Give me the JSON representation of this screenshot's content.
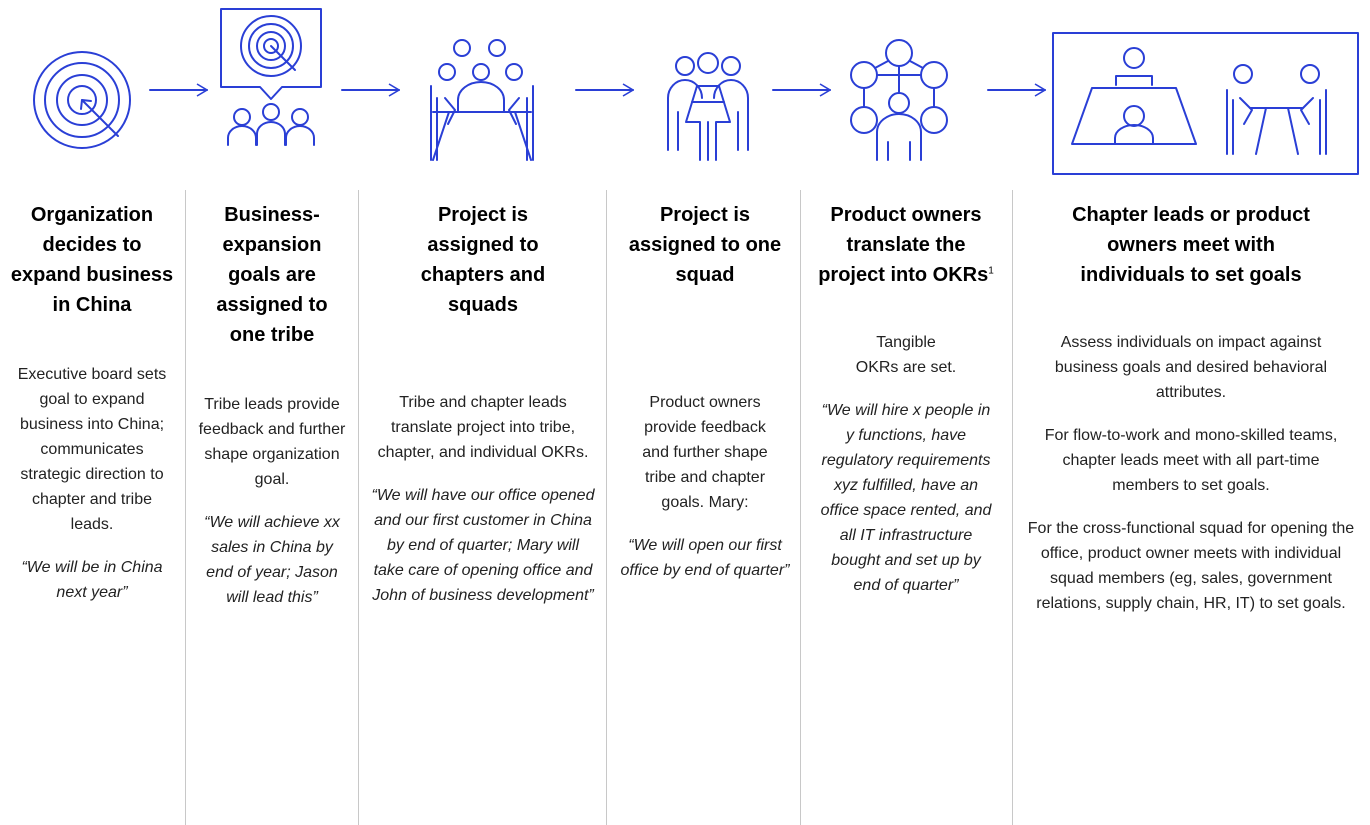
{
  "diagram": {
    "accent_color": "#2a3fd6",
    "icons": [
      "target-icon",
      "speech-bubble-target-group-icon",
      "meeting-table-group-icon",
      "squad-people-icon",
      "network-person-icon",
      "one-on-one-meetings-icon"
    ],
    "steps": [
      {
        "title": "Organization decides to expand business in China",
        "description": "Executive board sets goal to expand business into China; communicates strategic direction to chapter and tribe leads.",
        "quote": "“We will be in China next year”"
      },
      {
        "title": "Business-expansion goals are assigned to one tribe",
        "description": "Tribe leads provide feedback and further shape organization goal.",
        "quote": "“We will achieve xx sales in China by end of year; Jason will lead this”"
      },
      {
        "title": "Project is assigned to chapters and squads",
        "description": "Tribe and chapter leads translate project into tribe, chapter, and individual OKRs.",
        "quote": "“We will have our office opened and our first customer in China by end of quarter; Mary will take care of opening office and John of business development”"
      },
      {
        "title": "Project is assigned to one squad",
        "description": "Product owners provide feedback and further shape tribe and chapter goals. Mary:",
        "quote": "“We will open our first office by end of quarter”"
      },
      {
        "title": "Product owners translate the project into OKRs",
        "title_footnote": "1",
        "description": "Tangible OKRs are set.",
        "quote": "“We will hire x people in y functions, have regulatory requirements xyz fulfilled, have an office space rented, and all IT infrastructure bought and set up by end of quarter”"
      },
      {
        "title": "Chapter leads or product owners meet with individuals to set goals",
        "paragraphs": [
          "Assess individuals on impact against business goals and desired behavioral attributes.",
          "For flow-to-work and mono-skilled teams, chapter leads meet with all part-time members to set goals.",
          "For the cross-functional squad for opening the office, product owner meets with individual squad members (eg, sales, government relations, supply chain, HR, IT) to set goals."
        ]
      }
    ]
  }
}
